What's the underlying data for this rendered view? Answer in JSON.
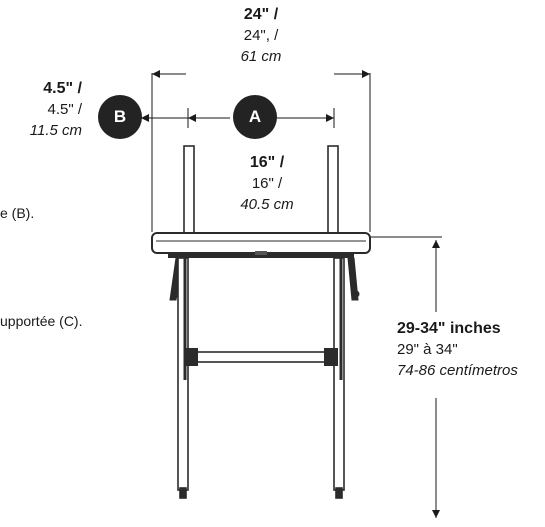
{
  "dimensions": {
    "width_top": {
      "line1": "24\" /",
      "line2": "24\", /",
      "line3": "61 cm"
    },
    "arm_gap": {
      "line1": "4.5\" /",
      "line2": "4.5\" /",
      "line3": "11.5 cm"
    },
    "inner_width": {
      "line1": "16\" /",
      "line2": "16\" /",
      "line3": "40.5 cm"
    },
    "height": {
      "line1": "29-34\" inches",
      "line2": "29\" à 34\"",
      "line3": "74-86 centímetros"
    }
  },
  "badges": {
    "a": "A",
    "b": "B"
  },
  "side_notes": {
    "note_b": "e (B).",
    "note_c": "upportée (C)."
  },
  "colors": {
    "line": "#1a1a1a",
    "badge": "#232323",
    "frame": "#2b2b2b"
  }
}
